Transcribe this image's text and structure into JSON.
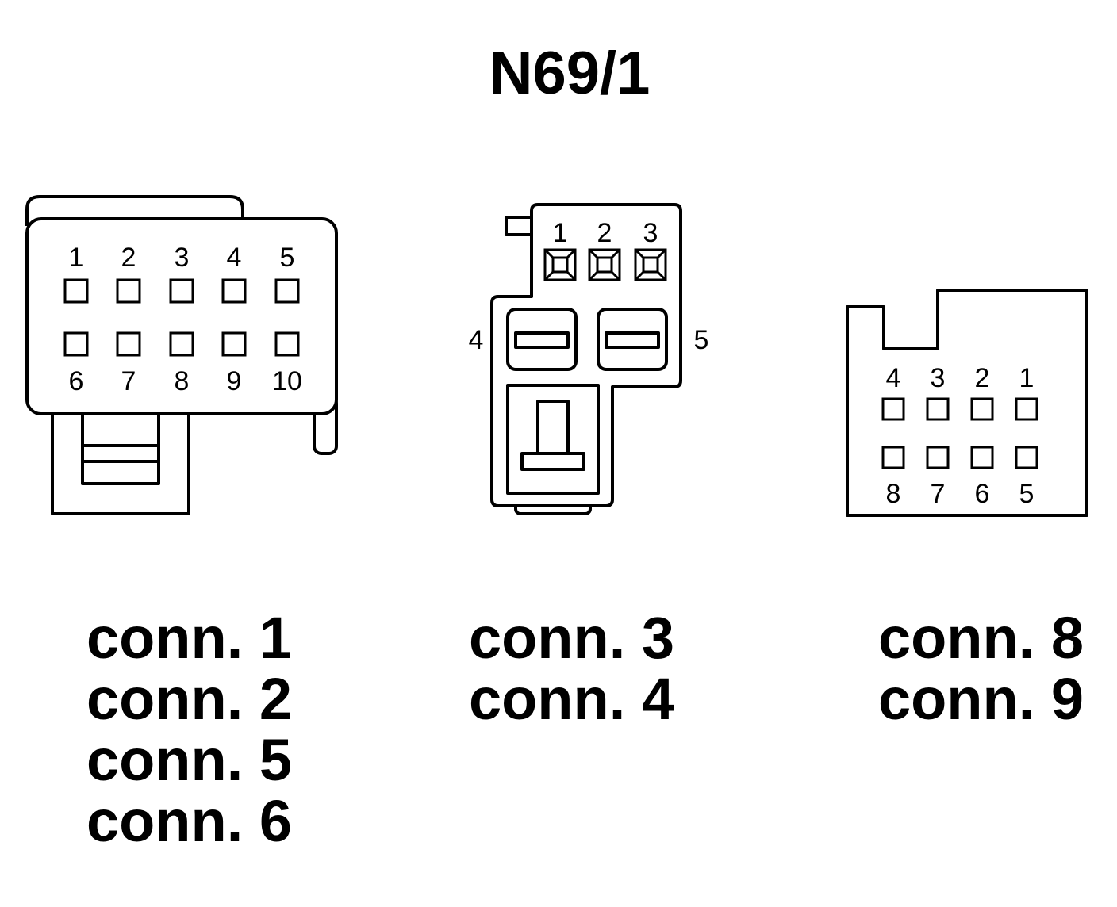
{
  "title": "N69/1",
  "connector_left": {
    "top_row": [
      "1",
      "2",
      "3",
      "4",
      "5"
    ],
    "bottom_row": [
      "6",
      "7",
      "8",
      "9",
      "10"
    ],
    "labels": [
      "conn. 1",
      "conn. 2",
      "conn. 5",
      "conn. 6"
    ]
  },
  "connector_middle": {
    "top_row": [
      "1",
      "2",
      "3"
    ],
    "side_left": "4",
    "side_right": "5",
    "labels": [
      "conn. 3",
      "conn. 4"
    ]
  },
  "connector_right": {
    "top_row": [
      "4",
      "3",
      "2",
      "1"
    ],
    "bottom_row": [
      "8",
      "7",
      "6",
      "5"
    ],
    "labels": [
      "conn. 8",
      "conn. 9"
    ]
  }
}
